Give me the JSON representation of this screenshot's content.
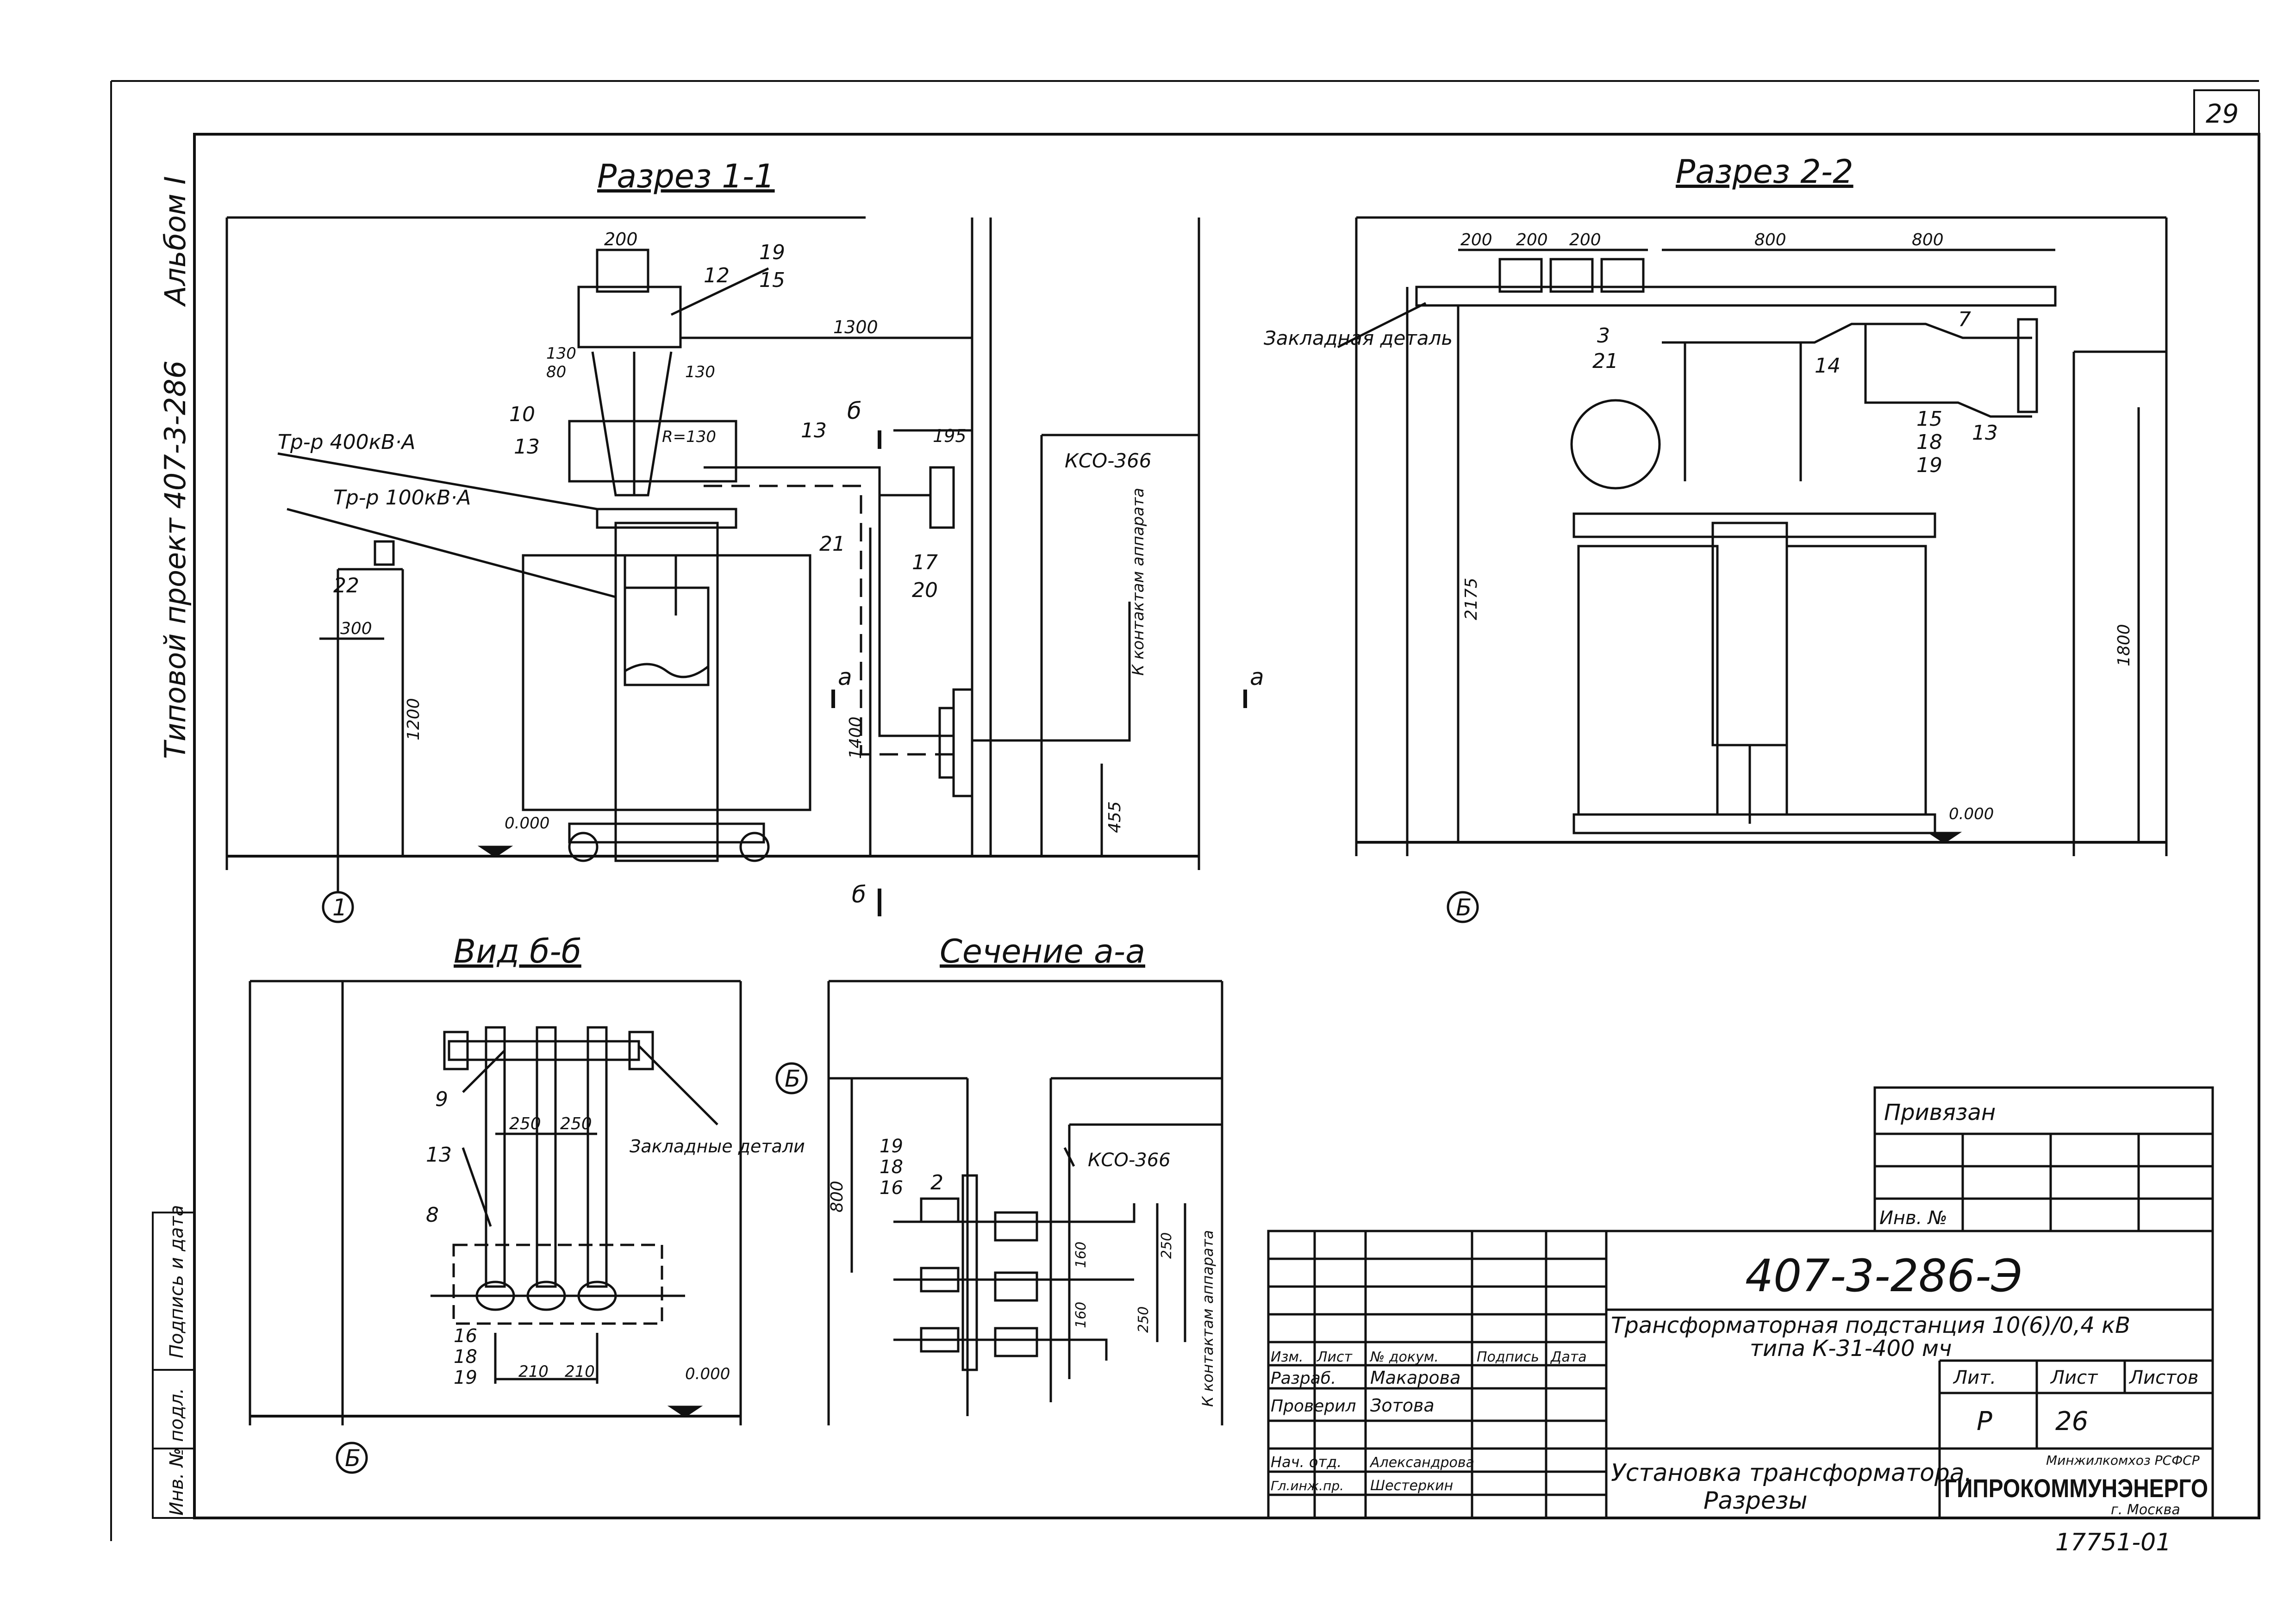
{
  "sheet": {
    "page_number": "29",
    "album": "Альбом I",
    "project_side": "Типовой проект 407-3-286"
  },
  "views": {
    "section_1_1": {
      "title": "Разрез 1-1",
      "labels": [
        "200",
        "19",
        "15",
        "12",
        "130",
        "80",
        "130",
        "10",
        "13",
        "R=130",
        "1300",
        "б",
        "13",
        "195",
        "Тр-р 400кВ·А",
        "Тр-р 100кВ·А",
        "КСО-366",
        "К контактам аппарата",
        "21",
        "17",
        "20",
        "22",
        "300",
        "1200",
        "1400",
        "455",
        "а",
        "а",
        "0.000",
        "б",
        "1"
      ]
    },
    "section_2_2": {
      "title": "Разрез 2-2",
      "labels": [
        "200",
        "200",
        "200",
        "800",
        "800",
        "Закладная деталь",
        "3",
        "21",
        "14",
        "7",
        "15",
        "18",
        "19",
        "13",
        "2175",
        "1800",
        "0.000",
        "Б"
      ]
    },
    "view_b_b": {
      "title": "Вид б-б",
      "labels": [
        "9",
        "250",
        "250",
        "Закладные детали",
        "13",
        "8",
        "16",
        "18",
        "19",
        "210",
        "210",
        "0.000",
        "Б"
      ]
    },
    "section_a_a": {
      "title": "Сечение а-а",
      "labels": [
        "Б",
        "19",
        "18",
        "16",
        "2",
        "800",
        "КСО-366",
        "К контактам аппарата",
        "160",
        "160",
        "250",
        "250"
      ]
    }
  },
  "title_block": {
    "privyazan": "Привязан",
    "inv_no": "Инв. №",
    "doc_code": "407-3-286-Э",
    "description_line1": "Трансформаторная подстанция 10(6)/0,4 кВ",
    "description_line2": "типа К-31-400 мч",
    "sheet_title_line1": "Установка трансформатора.",
    "sheet_title_line2": "Разрезы",
    "col_headers": [
      "Изм.",
      "Лист",
      "№ докум.",
      "Подпись",
      "Дата"
    ],
    "people": [
      {
        "role": "Разраб.",
        "name": "Макарова"
      },
      {
        "role": "Проверил",
        "name": "Зотова"
      },
      {
        "role": "Нач. отд.",
        "name": "Александрова"
      },
      {
        "role": "Гл.инж.пр.",
        "name": "Шестеркин"
      }
    ],
    "lit_label": "Лит.",
    "sheet_label": "Лист",
    "sheets_label": "Листов",
    "lit_value": "Р",
    "sheet_value": "26",
    "ministry": "Минжилкомхоз РСФСР",
    "organization": "ГИПРОКОММУНЭНЕРГО",
    "city": "г. Москва",
    "left_stamp_1": "Подпись и дата",
    "left_stamp_2": "Инв. № подл."
  },
  "archive_number": "17751-01"
}
